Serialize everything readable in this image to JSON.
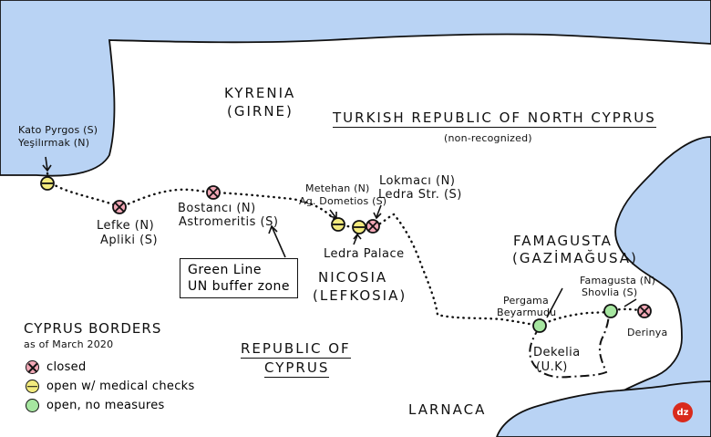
{
  "colors": {
    "sea": "#b9d3f4",
    "closed": "#f2a8b6",
    "medical": "#f2ea7e",
    "open": "#a6e6a0",
    "badge": "#d92a1c",
    "ink": "#111111"
  },
  "regions": {
    "north_title": "TURKISH REPUBLIC OF NORTH CYPRUS",
    "north_note": "(non-recognized)",
    "south_title_1": "REPUBLIC OF",
    "south_title_2": "CYPRUS"
  },
  "cities": {
    "kyrenia_1": "KYRENIA",
    "kyrenia_2": "(GIRNE)",
    "nicosia_1": "NICOSIA",
    "nicosia_2": "(LEFKOSIA)",
    "famagusta_1": "FAMAGUSTA",
    "famagusta_2": "(GAZİMAĞUSA)",
    "larnaca": "LARNACA"
  },
  "crossings": [
    {
      "id": "kato-pyrgos",
      "status": "medical",
      "label_1": "Kato Pyrgos (S)",
      "label_2": "Yeşilırmak (N)"
    },
    {
      "id": "lefke",
      "status": "closed",
      "label_1": "Lefke (N)",
      "label_2": "Apliki (S)"
    },
    {
      "id": "bostanci",
      "status": "closed",
      "label_1": "Bostancı (N)",
      "label_2": "Astromeritis (S)"
    },
    {
      "id": "metehan",
      "status": "medical",
      "label_1": "Metehan (N)",
      "label_2": "Ag. Dometios (S)"
    },
    {
      "id": "ledra-palace",
      "status": "medical",
      "label_1": "Ledra Palace",
      "label_2": ""
    },
    {
      "id": "lokmaci",
      "status": "closed",
      "label_1": "Lokmacı (N)",
      "label_2": "Ledra Str. (S)"
    },
    {
      "id": "pergama",
      "status": "open",
      "label_1": "Pergama",
      "label_2": "Beyarmudu"
    },
    {
      "id": "famagusta-shovlia",
      "status": "open",
      "label_1": "Famagusta (N)",
      "label_2": "Shovlia (S)"
    },
    {
      "id": "derinya",
      "status": "closed",
      "label_1": "Derinya",
      "label_2": ""
    }
  ],
  "annotations": {
    "green_line_1": "Green Line",
    "green_line_2": "UN buffer zone",
    "dekelia_1": "Dekelia",
    "dekelia_2": "(U.K)"
  },
  "legend": {
    "title_1": "CYPRUS BORDERS",
    "title_2": "as of March 2020",
    "items": [
      {
        "status": "closed",
        "label": "closed"
      },
      {
        "status": "medical",
        "label": "open w/ medical checks"
      },
      {
        "status": "open",
        "label": "open, no measures"
      }
    ]
  },
  "credit": "dz"
}
